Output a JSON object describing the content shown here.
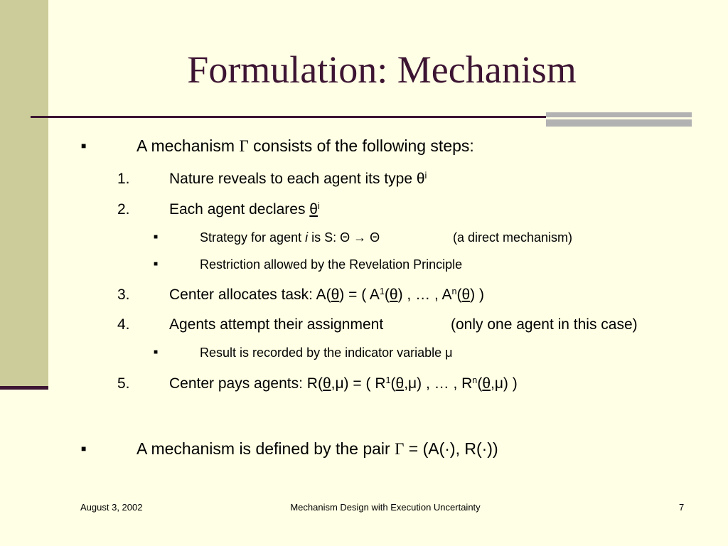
{
  "slide": {
    "title": "Formulation: Mechanism",
    "footer": {
      "date": "August 3, 2002",
      "center": "Mechanism Design with Execution Uncertainty",
      "page": "7"
    }
  },
  "items": {
    "b1": {
      "bullet": "■",
      "pre": "A mechanism ",
      "gamma": "Γ",
      "post": " consists of the following steps:"
    },
    "n1": {
      "num": "1.",
      "text": "Nature reveals to each agent its type θ",
      "sup": "i"
    },
    "n2": {
      "num": "2.",
      "text": "Each agent declares ",
      "theta": "θ",
      "sup": "i"
    },
    "s1": {
      "bullet": "■",
      "pre": "Strategy for agent ",
      "ital": "i",
      "post": " is S: Θ → Θ",
      "note": "(a direct mechanism)"
    },
    "s2": {
      "bullet": "■",
      "text": "Restriction allowed by the Revelation Principle"
    },
    "n3": {
      "num": "3.",
      "pre": "Center allocates task: A(",
      "th1": "θ",
      "mid1": ") = ( A",
      "sup1": "1",
      "mid2": "(",
      "th2": "θ",
      "mid3": ") , … , A",
      "sup2": "n",
      "mid4": "(",
      "th3": "θ",
      "end": ") )"
    },
    "n4": {
      "num": "4.",
      "text": "Agents attempt their assignment",
      "note": "(only one agent in this case)"
    },
    "s3": {
      "bullet": "■",
      "text": "Result is recorded by the indicator variable μ"
    },
    "n5": {
      "num": "5.",
      "pre": "Center pays agents: R(",
      "th1": "θ",
      "mid1": ",μ) = ( R",
      "sup1": "1",
      "mid2": "(",
      "th2": "θ",
      "mid3": ",μ) , … , R",
      "sup2": "n",
      "mid4": "(",
      "th3": "θ",
      "end": ",μ) )"
    },
    "b2": {
      "bullet": "■",
      "pre": "A mechanism is defined by the pair ",
      "gamma": "Γ",
      "post": " = (A(·), R(·))"
    }
  },
  "colors": {
    "background": "#ffffe5",
    "sidebar": "#cccc9a",
    "accent": "#3d1533",
    "accent_gray": "#b2b2b2"
  }
}
